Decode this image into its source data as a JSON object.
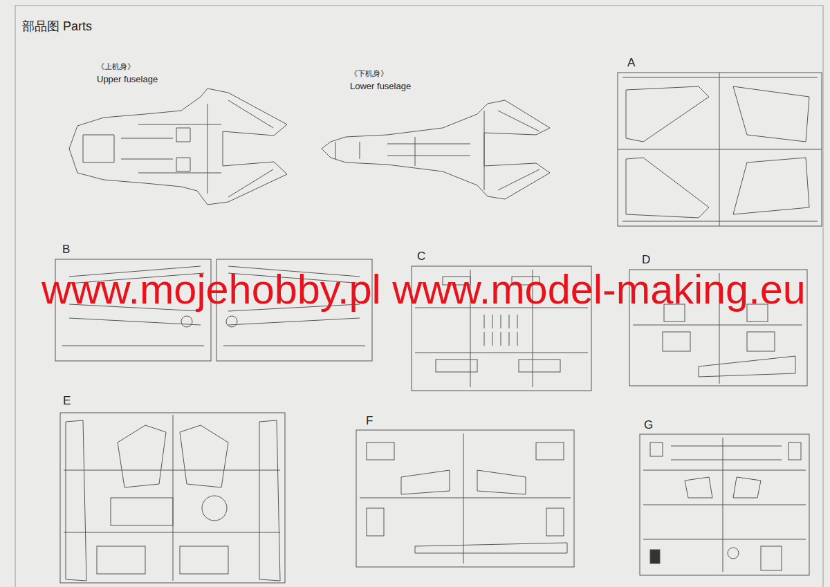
{
  "diagram": {
    "title": "部品图 Parts",
    "nodes": [
      {
        "text": [
          "A"
        ]
      },
      {
        "text": [
          "B"
        ]
      },
      {
        "text": [
          "C"
        ]
      },
      {
        "text": [
          "D"
        ]
      },
      {
        "text": [
          "E"
        ]
      },
      {
        "text": [
          "F"
        ]
      },
      {
        "text": [
          "G"
        ]
      }
    ],
    "labels": [
      "《上机身》",
      "Upper fuselage",
      "《下机身》",
      "Lower fuselage",
      "www.mojehobby.pl www.model-making.eu"
    ]
  }
}
